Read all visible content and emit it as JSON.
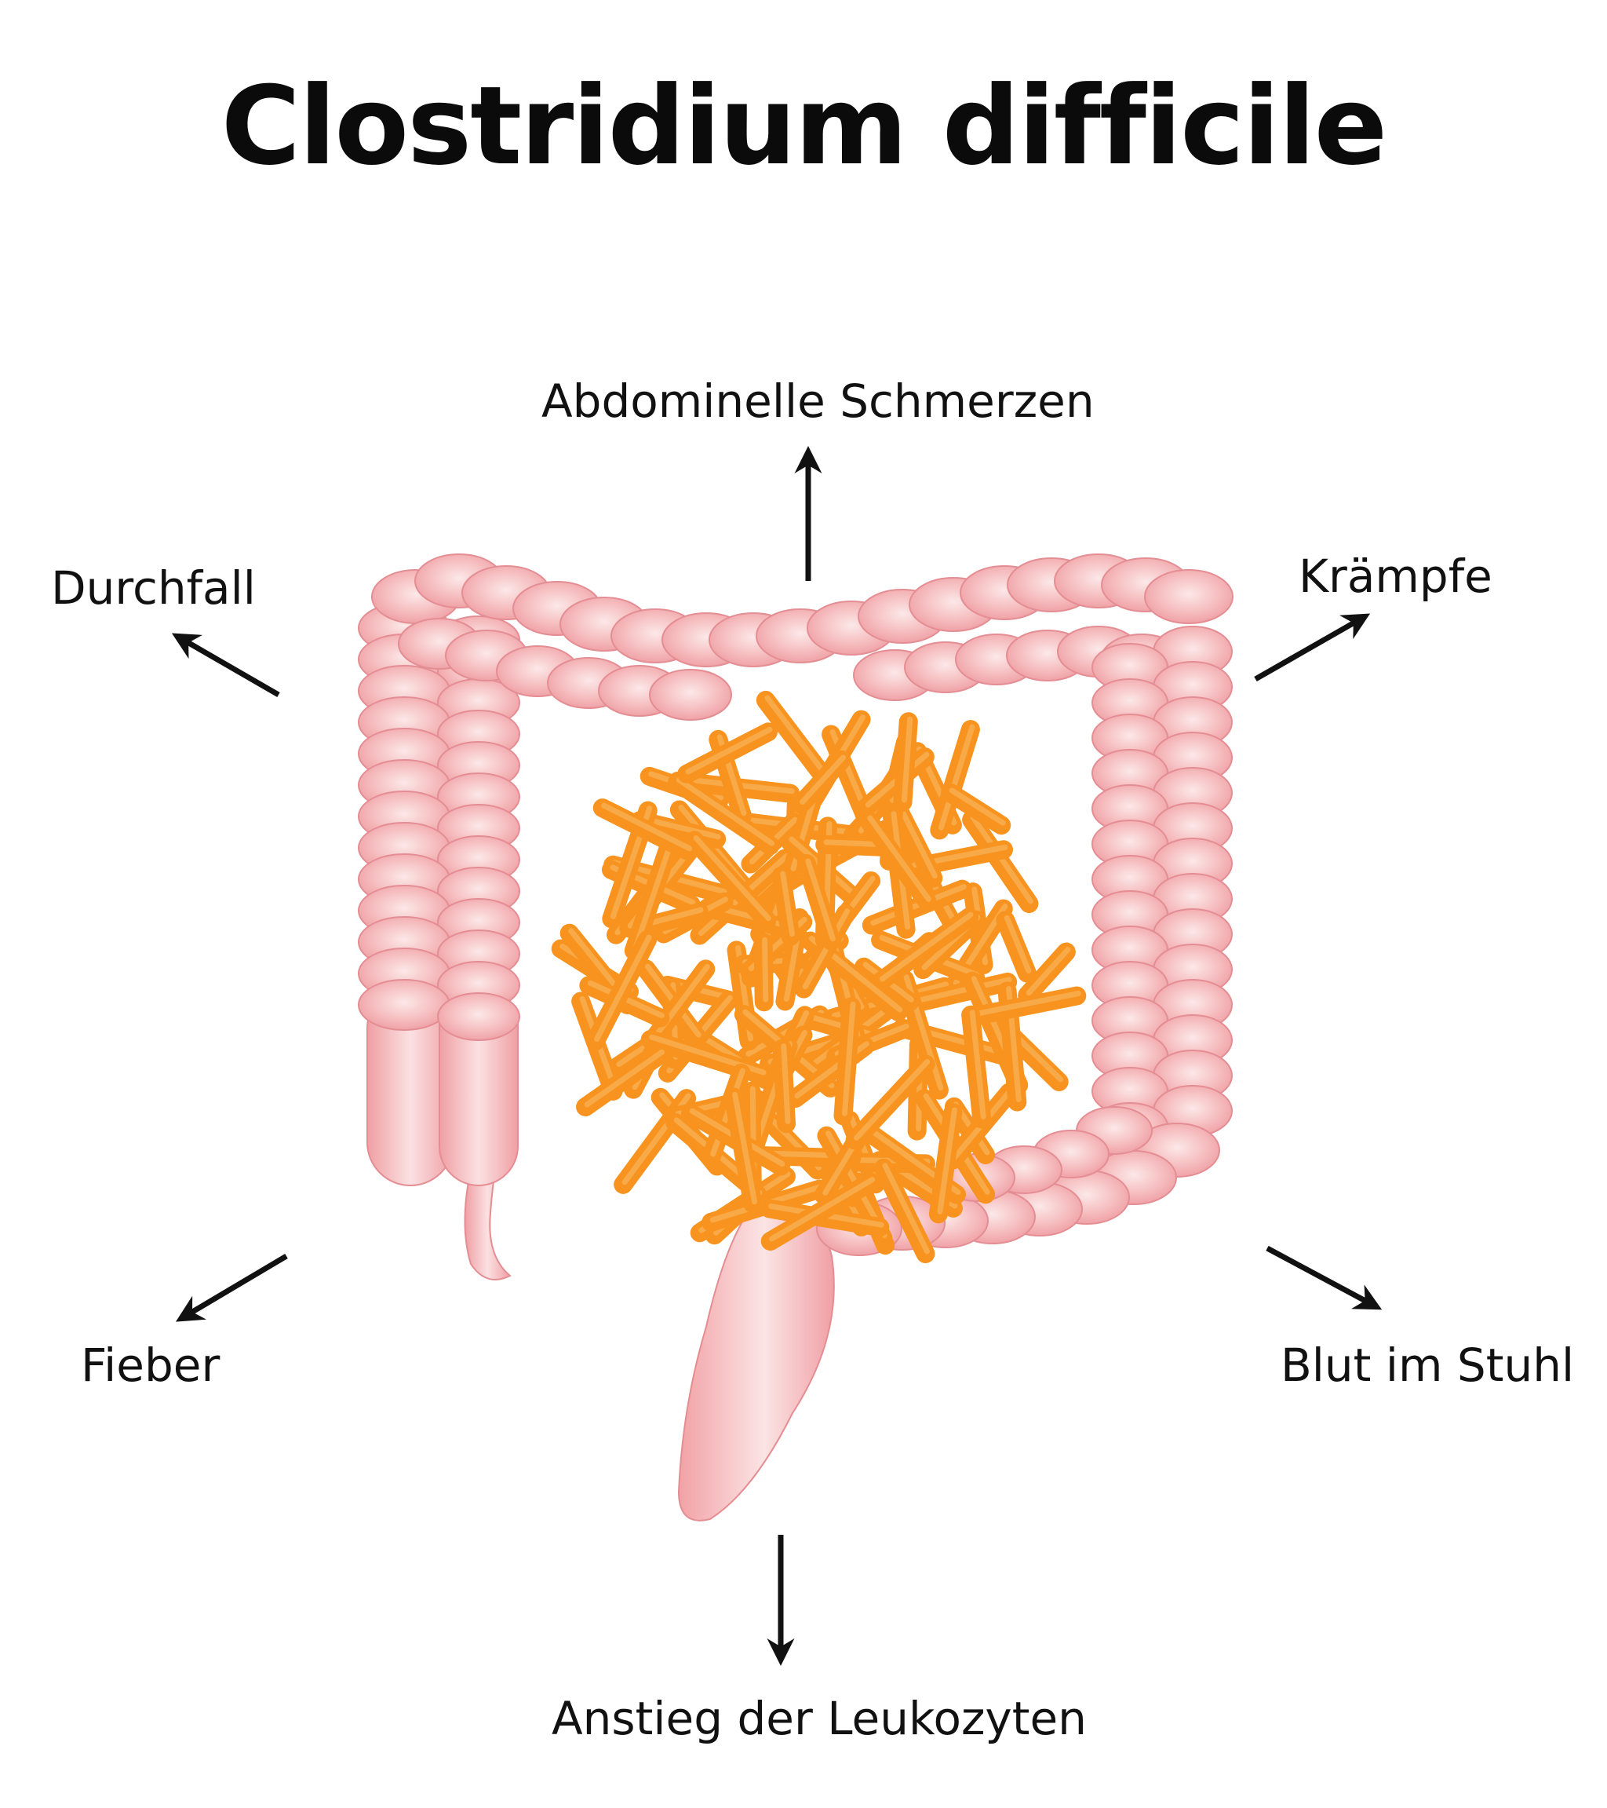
{
  "title": "Clostridium difficile",
  "symptoms": {
    "top": "Abdominelle Schmerzen",
    "top_left": "Durchfall",
    "top_right": "Krämpfe",
    "bottom_left": "Fieber",
    "bottom_right": "Blut im Stuhl",
    "bottom": "Anstieg der Leukozyten"
  },
  "colors": {
    "colon_fill": "#f3a9ac",
    "colon_highlight": "#fbe3e4",
    "colon_stroke": "#e48d93",
    "bacteria": "#f7931e",
    "bacteria_light": "#fbb45a",
    "arrow": "#111111"
  }
}
